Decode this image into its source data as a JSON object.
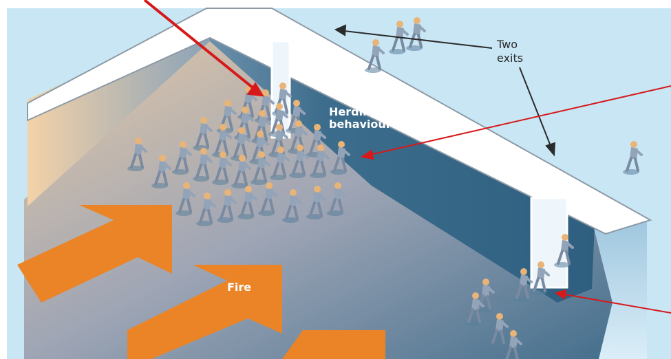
{
  "labels": {
    "two_exits_line1": "Two",
    "two_exits_line2": "exits",
    "herding_line1": "Herding",
    "herding_line2": "behaviour",
    "fire": "Fire"
  },
  "colors": {
    "sky": "#c9e6f5",
    "back_wall": "#3d6d8c",
    "left_wall": "#e9c9a0",
    "roof": "#ffffff",
    "fire_arrow": "#ea8427",
    "annotation_red": "#d6191b",
    "text_white": "#ffffff",
    "text_dark": "#2a2a2a"
  }
}
